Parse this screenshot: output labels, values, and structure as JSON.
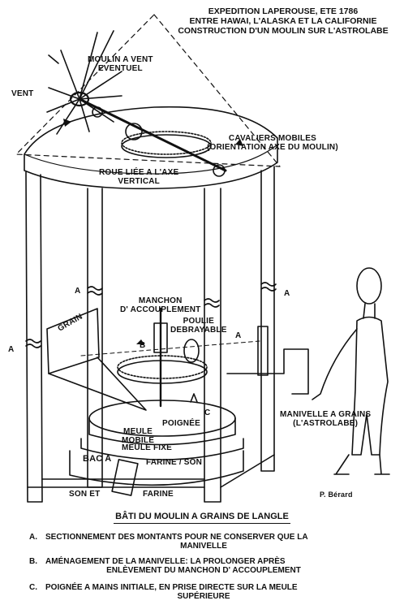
{
  "header": {
    "line1": "EXPEDITION LAPEROUSE, ETE 1786",
    "line2": "ENTRE HAWAI, L'ALASKA ET LA CALIFORNIE",
    "line3": "CONSTRUCTION D'UN MOULIN SUR L'ASTROLABE"
  },
  "labels": {
    "vent": "VENT",
    "moulin_line1": "MOULIN A VENT",
    "moulin_line2": "EVENTUEL",
    "cavaliers_line1": "CAVALIERS MOBILES",
    "cavaliers_line2": "(ORIENTATION AXE DU MOULIN)",
    "roue_line1": "ROUE LIÉE A L'AXE",
    "roue_line2": "VERTICAL",
    "grain": "GRAIN",
    "a_left": "A",
    "a_post": "A",
    "a_mid": "A",
    "a_right": "A",
    "b": "B",
    "c": "C",
    "manchon_line1": "MANCHON",
    "manchon_line2": "D' ACCOUPLEMENT",
    "poulie_line1": "POULIE",
    "poulie_line2": "DEBRAYABLE",
    "poignee": "POIGNÉE",
    "meule_mobile_line1": "MEULE",
    "meule_mobile_line2": "MOBILE",
    "meule_fixe": "MEULE   FIXE",
    "bac_a": "BAC A",
    "farine_son": "FARINE / SON",
    "son_et": "SON ET",
    "farine": "FARINE",
    "manivelle_line1": "MANIVELLE A GRAINS",
    "manivelle_line2": "(L'ASTROLABE)",
    "signature": "P. Bérard"
  },
  "caption": {
    "title": "BÂTI DU MOULIN A GRAINS DE LANGLE",
    "notes": [
      {
        "key": "A.",
        "line1": "SECTIONNEMENT DES MONTANTS POUR NE CONSERVER QUE LA",
        "line2": "MANIVELLE"
      },
      {
        "key": "B.",
        "line1": "AMÉNAGEMENT DE LA MANIVELLE: LA PROLONGER APRÈS",
        "line2": "ENLÈVEMENT  DU MANCHON D' ACCOUPLEMENT"
      },
      {
        "key": "C.",
        "line1": "POIGNÉE  A MAINS INITIALE, EN PRISE DIRECTE SUR LA MEULE",
        "line2": "SUPÉRIEURE"
      }
    ]
  },
  "colors": {
    "ink": "#111111",
    "paper": "#ffffff",
    "shade": "#555555"
  }
}
